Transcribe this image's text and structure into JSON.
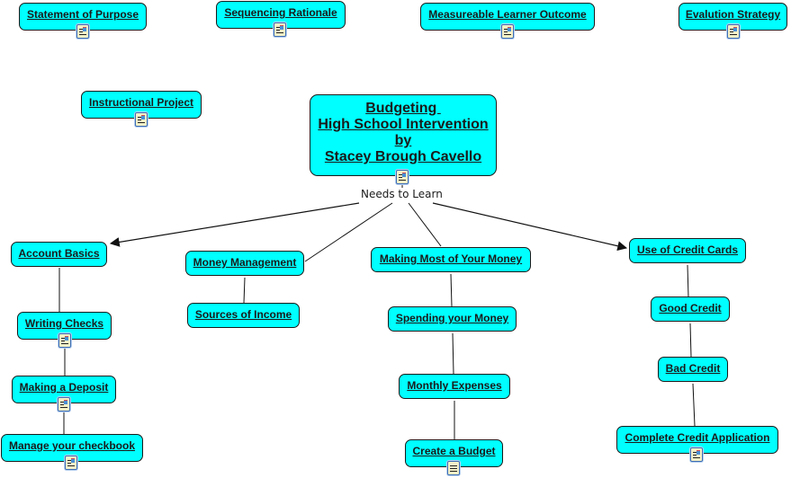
{
  "map": {
    "title_node": {
      "label": "Budgeting \nHigh School Intervention\nby\nStacey Brough Cavello",
      "has_resource": true
    },
    "link_phrase": "Needs to Learn",
    "top_nodes": [
      {
        "id": "statement",
        "label": "Statement of Purpose",
        "has_resource": true
      },
      {
        "id": "sequencing",
        "label": "Sequencing Rationale",
        "has_resource": true
      },
      {
        "id": "outcome",
        "label": "Measureable Learner Outcome",
        "has_resource": true
      },
      {
        "id": "evaluation",
        "label": "Evalution Strategy",
        "has_resource": true
      },
      {
        "id": "instructional",
        "label": "Instructional Project",
        "has_resource": true
      }
    ],
    "branches": [
      {
        "id": "account",
        "label": "Account Basics",
        "children": [
          {
            "label": "Writing Checks",
            "has_resource": true
          },
          {
            "label": "Making a Deposit",
            "has_resource": true
          },
          {
            "label": "Manage your checkbook",
            "has_resource": true
          }
        ]
      },
      {
        "id": "money",
        "label": "Money Management",
        "children": [
          {
            "label": "Sources of Income",
            "has_resource": false
          }
        ]
      },
      {
        "id": "most",
        "label": "Making Most of Your Money",
        "children": [
          {
            "label": "Spending your Money",
            "has_resource": false
          },
          {
            "label": "Monthly Expenses",
            "has_resource": false
          },
          {
            "label": "Create a Budget",
            "has_resource": true,
            "resource_type": "document"
          }
        ]
      },
      {
        "id": "credit",
        "label": "Use of Credit Cards",
        "children": [
          {
            "label": "Good Credit",
            "has_resource": false
          },
          {
            "label": "Bad Credit",
            "has_resource": false
          },
          {
            "label": "Complete Credit Application",
            "has_resource": true
          }
        ]
      }
    ],
    "colors": {
      "node_fill": "#00ffff",
      "node_border": "#1a1a1a",
      "link": "#1a1a1a",
      "background": "#ffffff"
    }
  }
}
